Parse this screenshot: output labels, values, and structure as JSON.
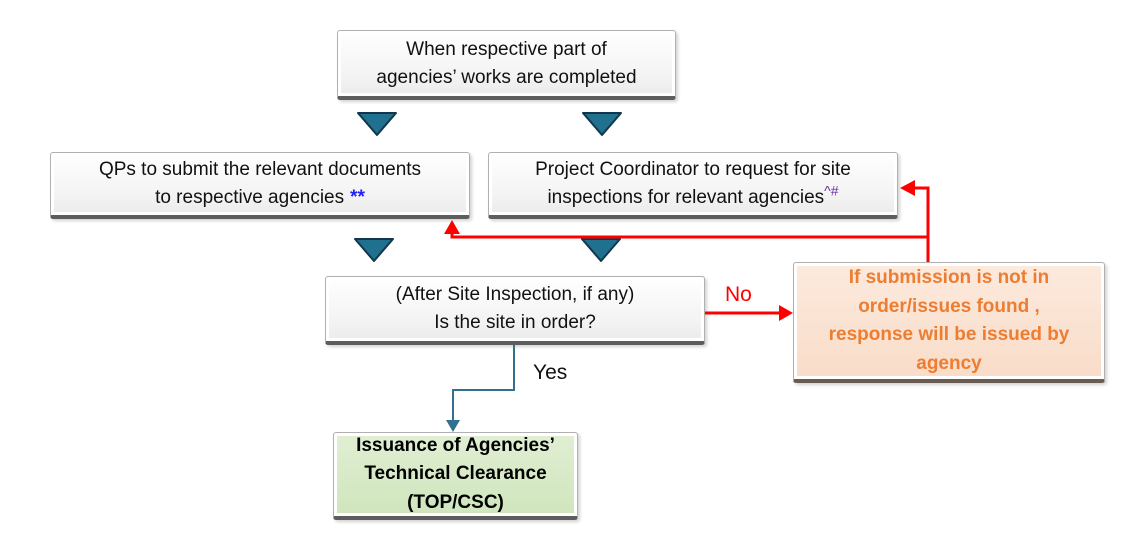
{
  "nodes": {
    "start": {
      "line1": "When respective part of",
      "line2": "agencies’ works are completed"
    },
    "qp": {
      "line1": "QPs to submit the relevant documents",
      "line2": "to respective agencies",
      "mark": "**"
    },
    "pc": {
      "line1": "Project Coordinator to request for site",
      "line2": "inspections for relevant agencies",
      "mark": "^#"
    },
    "decision": {
      "line1": "(After Site Inspection, if any)",
      "line2": "Is the site in order?"
    },
    "alert": {
      "line1": "If submission is not in",
      "line2": "order/issues found ,",
      "line3": "response will be issued by",
      "line4": "agency"
    },
    "clearance": {
      "line1": "Issuance of Agencies’",
      "line2": "Technical Clearance",
      "line3": "(TOP/CSC)"
    }
  },
  "labels": {
    "no": "No",
    "yes": "Yes"
  },
  "colors": {
    "flow_arrow": "#20708F",
    "flow_arrow_border": "#12374A",
    "feedback_red": "#FF0000",
    "yes_line": "#31708F",
    "qp_mark_blue": "#1F1FFF",
    "pc_mark_purple": "#7030A0",
    "alert_text_orange": "#ED7D31",
    "alert_bg": "#FBE3D3",
    "success_bg": "#D8EAC9"
  }
}
